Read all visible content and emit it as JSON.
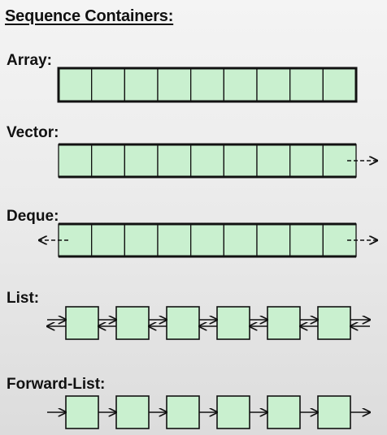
{
  "title": "Sequence Containers:",
  "colors": {
    "cell_fill": "#c9f0cf",
    "stroke": "#111111"
  },
  "containers": [
    {
      "id": "array",
      "label": "Array:",
      "kind": "array",
      "cell_count": 9
    },
    {
      "id": "vector",
      "label": "Vector:",
      "kind": "vector",
      "cell_count": 9
    },
    {
      "id": "deque",
      "label": "Deque:",
      "kind": "deque",
      "cell_count": 9
    },
    {
      "id": "list",
      "label": "List:",
      "kind": "list",
      "node_count": 6
    },
    {
      "id": "forward-list",
      "label": "Forward-List:",
      "kind": "forward-list",
      "node_count": 6
    }
  ]
}
